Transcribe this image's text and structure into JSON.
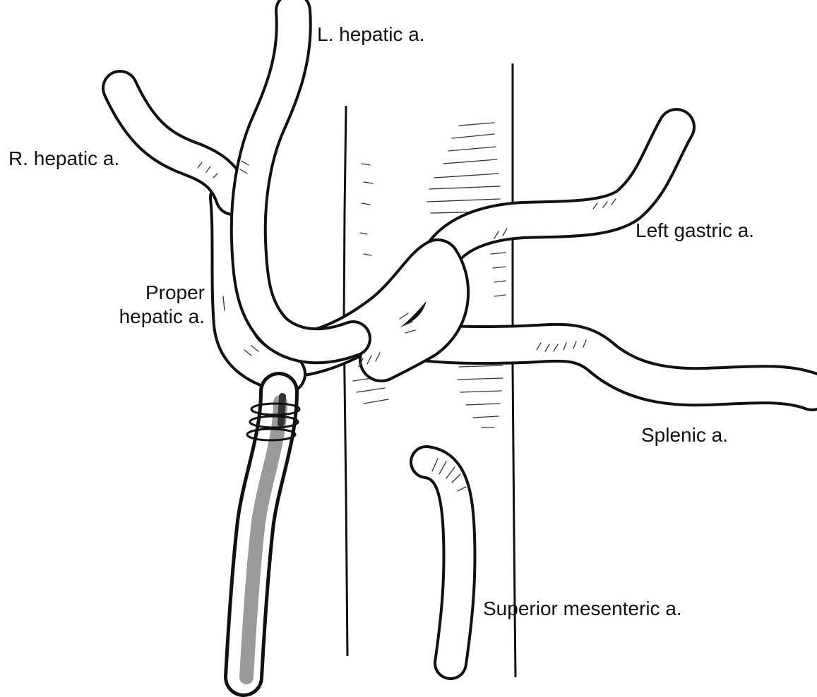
{
  "labels": {
    "left_hepatic": "L. hepatic a.",
    "right_hepatic": "R. hepatic a.",
    "proper_hepatic_line1": "Proper",
    "proper_hepatic_line2": "hepatic a.",
    "left_gastric": "Left gastric a.",
    "splenic": "Splenic a.",
    "superior_mesenteric": "Superior mesenteric a."
  },
  "colors": {
    "outline": "#111111",
    "background": "#ffffff",
    "catheter_fill": "#9a9a9a"
  }
}
